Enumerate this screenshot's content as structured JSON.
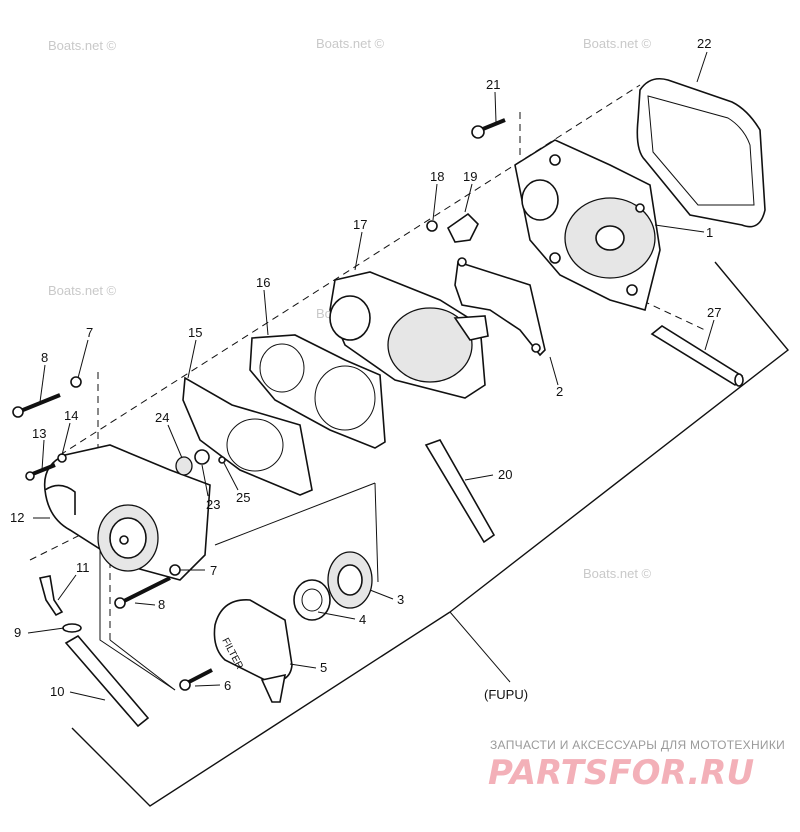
{
  "watermark": "Boats.net ©",
  "group_label": "(FUPU)",
  "filter_text": "FILTER",
  "callouts": {
    "c1": "1",
    "c2": "2",
    "c3": "3",
    "c4": "4",
    "c5": "5",
    "c6": "6",
    "c7a": "7",
    "c7b": "7",
    "c8a": "8",
    "c8b": "8",
    "c9": "9",
    "c10": "10",
    "c11": "11",
    "c12": "12",
    "c13": "13",
    "c14": "14",
    "c15": "15",
    "c16": "16",
    "c17": "17",
    "c18": "18",
    "c19": "19",
    "c20": "20",
    "c21": "21",
    "c22": "22",
    "c23": "23",
    "c24": "24",
    "c25": "25",
    "c27": "27"
  },
  "footer": {
    "slogan": "ЗАПЧАСТИ И АКСЕССУАРЫ ДЛЯ МОТОТЕХНИКИ",
    "brand": "PARTSFOR.RU"
  }
}
